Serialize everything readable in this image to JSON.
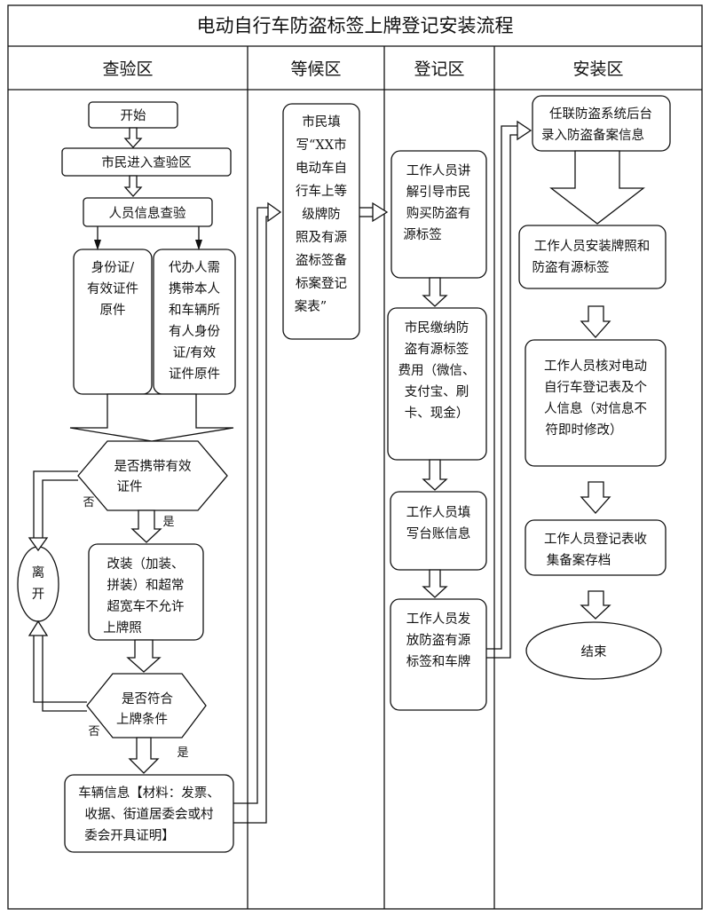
{
  "title": "电动自行车防盗标签上牌登记安装流程",
  "lanes": [
    "查验区",
    "等候区",
    "登记区",
    "安装区"
  ],
  "nodes": {
    "start": "开始",
    "enter": "市民进入查验区",
    "person_check": "人员信息查验",
    "id_docs": [
      "身份证/",
      "有效证件",
      "原件"
    ],
    "agent_docs": [
      "代办人需",
      "携带本人",
      "和车辆所",
      "有人身份",
      "证/有效",
      "证件原件"
    ],
    "carry_valid": [
      "是否携带有效",
      "证件"
    ],
    "leave": [
      "离",
      "开"
    ],
    "modified": [
      "改装（加装、",
      "拼装）和超常",
      "超宽车不允许",
      "上牌照"
    ],
    "meets_cond": [
      "是否符合",
      "上牌条件"
    ],
    "vehicle_info": [
      "车辆信息【材料：发票、",
      "收据、街道居委会或村",
      "委会开具证明】"
    ],
    "fill_form": [
      "市民填",
      "写“XX市",
      "电动车自",
      "行车上等",
      "级牌防",
      "照及有源",
      "盗标签备",
      "标案登记",
      "案表”"
    ],
    "guide": [
      "工作人员讲",
      "解引导市民",
      "购买防盗有",
      "源标签"
    ],
    "pay": [
      "市民缴纳防",
      "盗有源标签",
      "费用（微信、",
      "支付宝、刷",
      "卡、现金）"
    ],
    "ledger": [
      "工作人员填",
      "写台账信息"
    ],
    "issue": [
      "工作人员发",
      "放防盗有源",
      "标签和车牌"
    ],
    "system_entry": [
      "任联防盗系统后台",
      "录入防盗备案信息"
    ],
    "install": [
      "工作人员安装牌照和",
      "防盗有源标签"
    ],
    "verify": [
      "工作人员核对电动",
      "自行车登记表及个",
      "人信息（对信息不",
      "符即时修改）"
    ],
    "archive": [
      "工作人员登记表收",
      "集备案存档"
    ],
    "end": "结束"
  },
  "edge_labels": {
    "no1": "否",
    "yes1": "是",
    "no2": "否",
    "yes2": "是"
  }
}
